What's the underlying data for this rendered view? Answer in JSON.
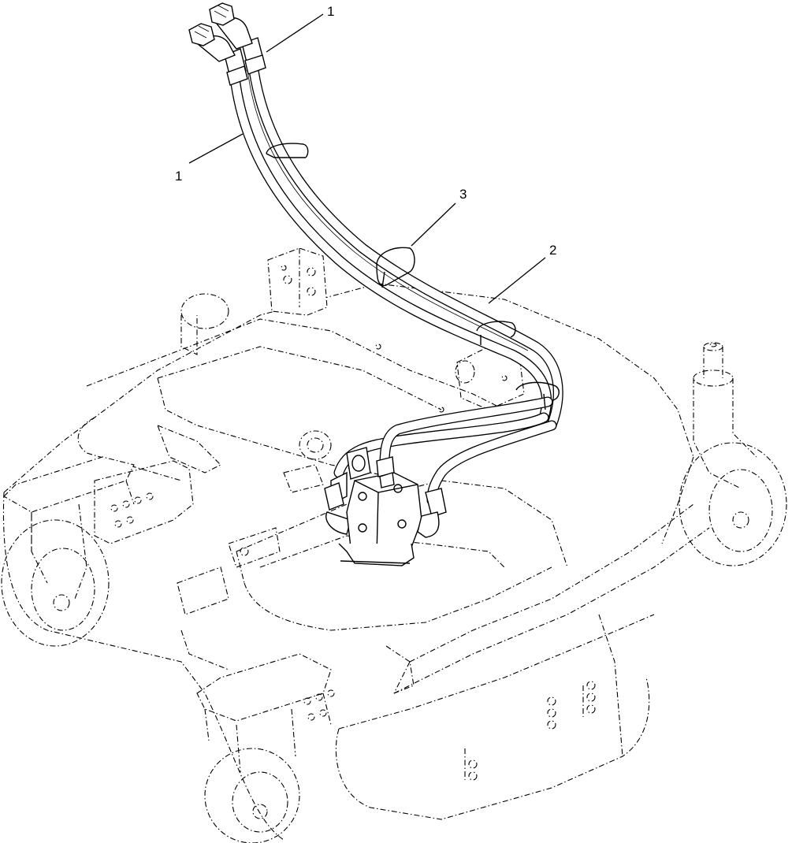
{
  "callouts": [
    {
      "id": "callout-1-top",
      "label": "1"
    },
    {
      "id": "callout-1-left",
      "label": "1"
    },
    {
      "id": "callout-3",
      "label": "3"
    },
    {
      "id": "callout-2",
      "label": "2"
    }
  ]
}
